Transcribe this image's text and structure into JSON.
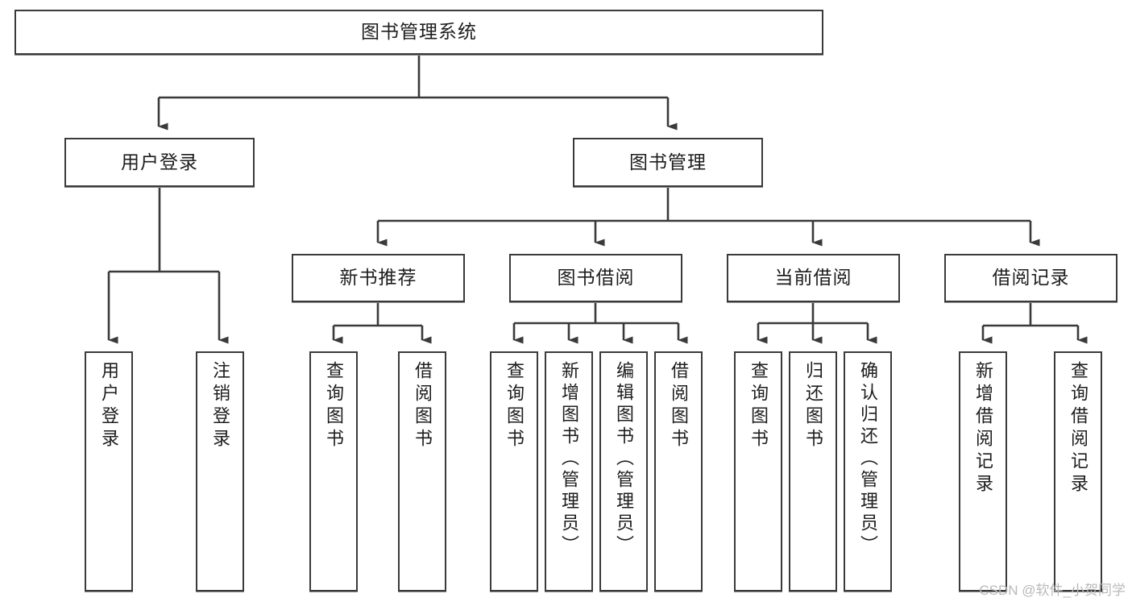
{
  "diagram": {
    "type": "tree-hierarchy-chart",
    "title": "图书管理系统",
    "watermark": "CSDN @软件_小贺同学",
    "colors": {
      "box_border": "#3a3a3a",
      "box_fill": "#ffffff",
      "connector": "#3a3a3a",
      "text": "#1d1d1d",
      "watermark": "#b9b9b9"
    },
    "nodes": {
      "root": {
        "label": "图书管理系统",
        "level": 1
      },
      "l2": [
        {
          "id": "user-login",
          "label": "用户登录"
        },
        {
          "id": "book-manage",
          "label": "图书管理"
        }
      ],
      "l3": [
        {
          "id": "new-book-recommend",
          "label": "新书推荐"
        },
        {
          "id": "book-borrow",
          "label": "图书借阅"
        },
        {
          "id": "current-borrow",
          "label": "当前借阅"
        },
        {
          "id": "borrow-record",
          "label": "借阅记录"
        }
      ],
      "leaves": {
        "user-login": [
          {
            "id": "leaf-user-login",
            "label": "用户登录"
          },
          {
            "id": "leaf-logout-login",
            "label": "注销登录"
          }
        ],
        "new-book-recommend": [
          {
            "id": "leaf-query-book-1",
            "label": "查询图书"
          },
          {
            "id": "leaf-borrow-book-1",
            "label": "借阅图书"
          }
        ],
        "book-borrow": [
          {
            "id": "leaf-query-book-2",
            "label": "查询图书"
          },
          {
            "id": "leaf-add-book",
            "label": "新增图书（管理员）"
          },
          {
            "id": "leaf-edit-book",
            "label": "编辑图书（管理员）"
          },
          {
            "id": "leaf-borrow-book-2",
            "label": "借阅图书"
          }
        ],
        "current-borrow": [
          {
            "id": "leaf-query-book-3",
            "label": "查询图书"
          },
          {
            "id": "leaf-return-book",
            "label": "归还图书"
          },
          {
            "id": "leaf-confirm-return",
            "label": "确认归还（管理员）"
          }
        ],
        "borrow-record": [
          {
            "id": "leaf-add-record",
            "label": "新增借阅记录"
          },
          {
            "id": "leaf-query-record",
            "label": "查询借阅记录"
          }
        ]
      }
    }
  }
}
